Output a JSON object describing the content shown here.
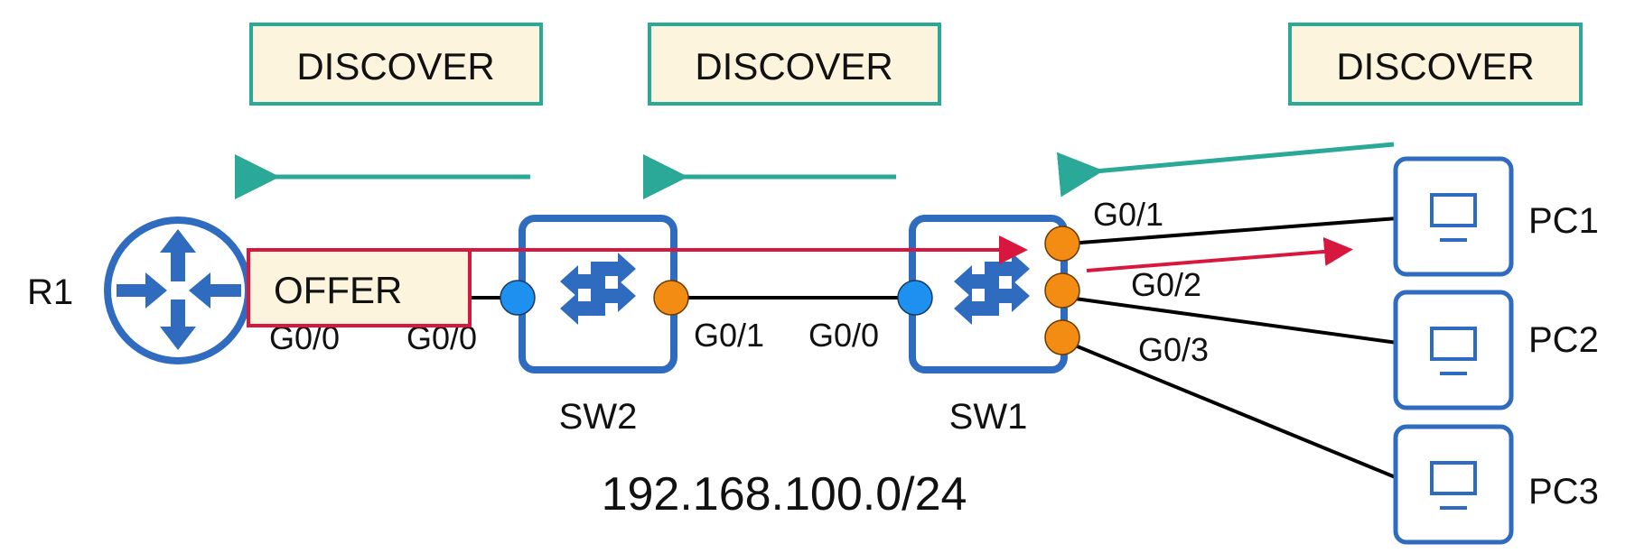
{
  "diagram": {
    "subnet_label": "192.168.100.0/24",
    "colors": {
      "device_blue": "#2f6bbf",
      "port_blue": "#1e90ef",
      "port_orange": "#f28c12",
      "discover_teal": "#2aa898",
      "offer_red": "#d8173f",
      "message_fill": "#fcf4dd",
      "link": "#000000"
    },
    "messages": {
      "discover": [
        {
          "label": "DISCOVER"
        },
        {
          "label": "DISCOVER"
        },
        {
          "label": "DISCOVER"
        }
      ],
      "offer": {
        "label": "OFFER"
      }
    },
    "devices": {
      "r1": {
        "name": "R1",
        "type": "router"
      },
      "sw2": {
        "name": "SW2",
        "type": "switch"
      },
      "sw1": {
        "name": "SW1",
        "type": "switch"
      },
      "pc1": {
        "name": "PC1",
        "type": "pc"
      },
      "pc2": {
        "name": "PC2",
        "type": "pc"
      },
      "pc3": {
        "name": "PC3",
        "type": "pc"
      }
    },
    "interfaces": {
      "r1_g0_0": "G0/0",
      "sw2_g0_0": "G0/0",
      "sw2_g0_1": "G0/1",
      "sw1_g0_0": "G0/0",
      "sw1_g0_1": "G0/1",
      "sw1_g0_2": "G0/2",
      "sw1_g0_3": "G0/3"
    }
  }
}
